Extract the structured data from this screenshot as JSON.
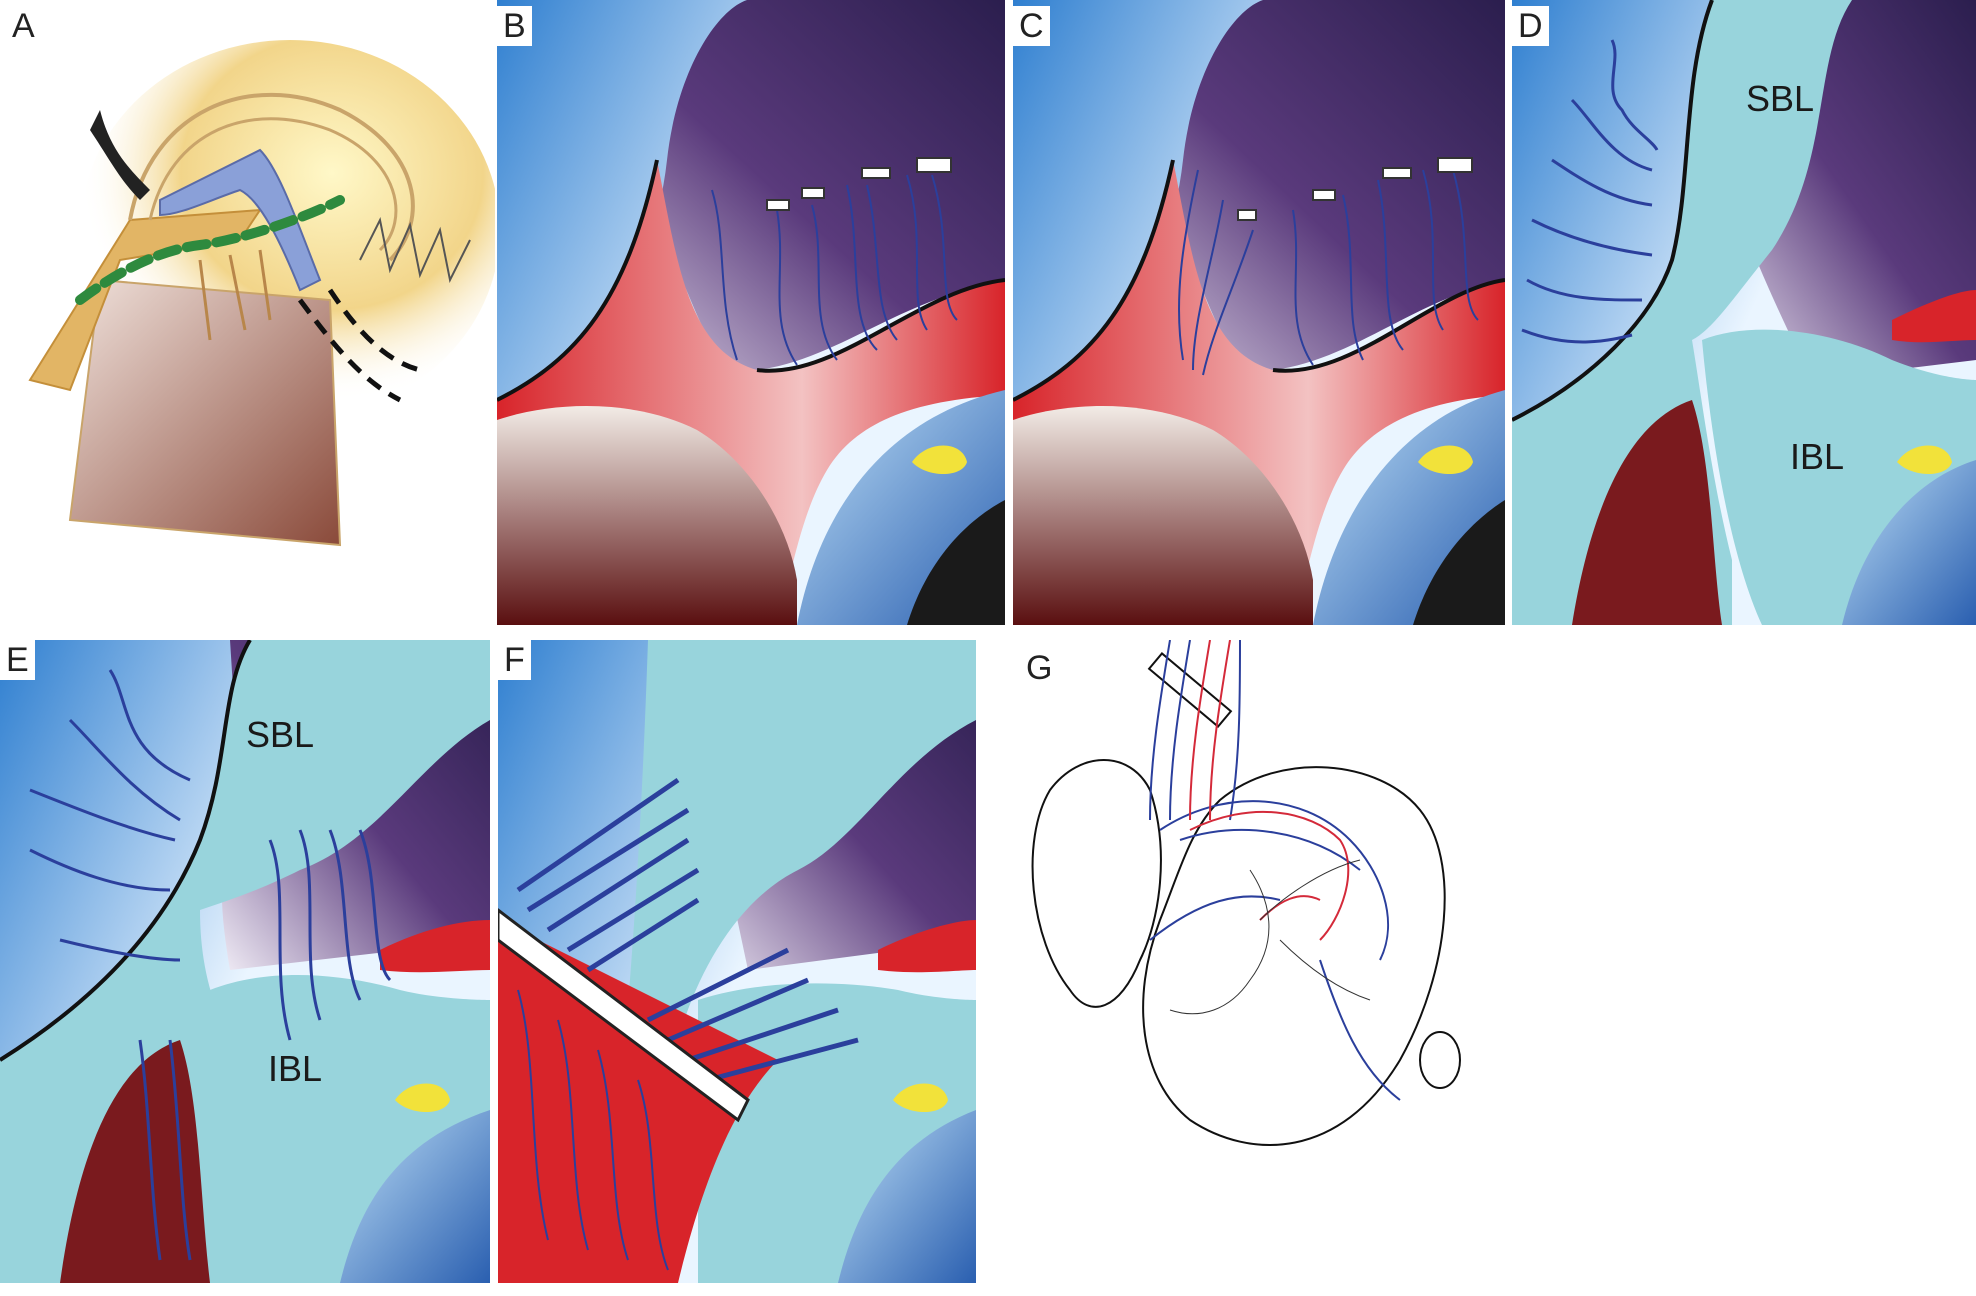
{
  "figure": {
    "panels": [
      {
        "id": "A",
        "label": "A"
      },
      {
        "id": "B",
        "label": "B"
      },
      {
        "id": "C",
        "label": "C"
      },
      {
        "id": "D",
        "label": "D",
        "annotations": [
          "SBL",
          "IBL"
        ]
      },
      {
        "id": "E",
        "label": "E",
        "annotations": [
          "SBL",
          "IBL"
        ]
      },
      {
        "id": "F",
        "label": "F"
      },
      {
        "id": "G",
        "label": "G"
      }
    ]
  },
  "colors": {
    "sky_blue": "#2f7fd0",
    "sky_light": "#eaf5ff",
    "purple_dark": "#2b1e4e",
    "purple_light": "#cdb8dd",
    "muscle_red": "#d8242a",
    "bone_dark": "#5a0f10",
    "bone_light": "#f2ece6",
    "tissue_cyan": "#98d4dc",
    "nerve_blue": "#2b3f9c",
    "artery_red": "#d42a3a",
    "yellow": "#f2e23a"
  },
  "icons": [
    "bone-shape",
    "muscle-flap",
    "nerve-strand",
    "ligament-band",
    "retractor-bar",
    "sketch-outline"
  ]
}
